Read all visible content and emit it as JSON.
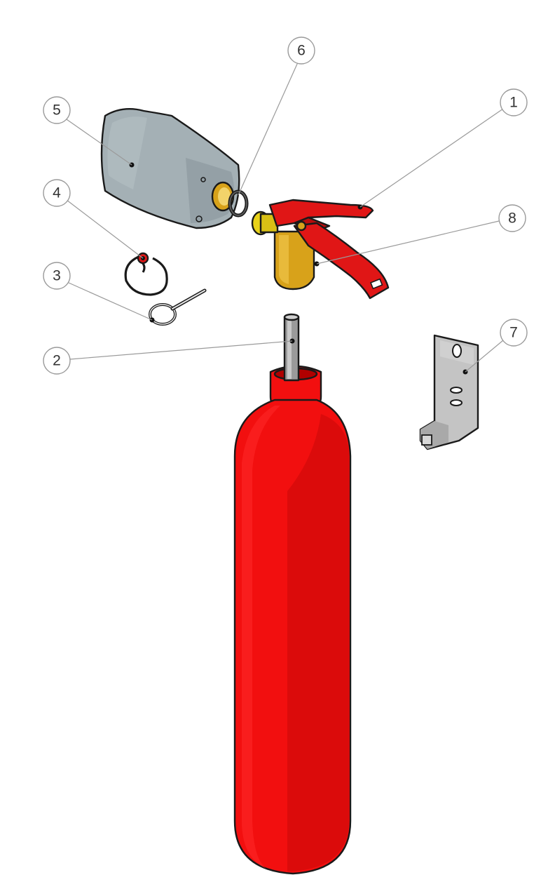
{
  "callouts": [
    {
      "id": "1",
      "label": "1"
    },
    {
      "id": "2",
      "label": "2"
    },
    {
      "id": "3",
      "label": "3"
    },
    {
      "id": "4",
      "label": "4"
    },
    {
      "id": "5",
      "label": "5"
    },
    {
      "id": "6",
      "label": "6"
    },
    {
      "id": "7",
      "label": "7"
    },
    {
      "id": "8",
      "label": "8"
    }
  ],
  "colors": {
    "cylinder_red": "#f20f0f",
    "cylinder_shade": "#d40a0a",
    "handle_red": "#e01616",
    "valve_brass": "#d8a21a",
    "horn_grey": "#a4b0b5",
    "bracket_grey": "#c2c2c2",
    "tube_grey": "#9a9a9a",
    "callout_stroke": "#9a9a9a"
  }
}
